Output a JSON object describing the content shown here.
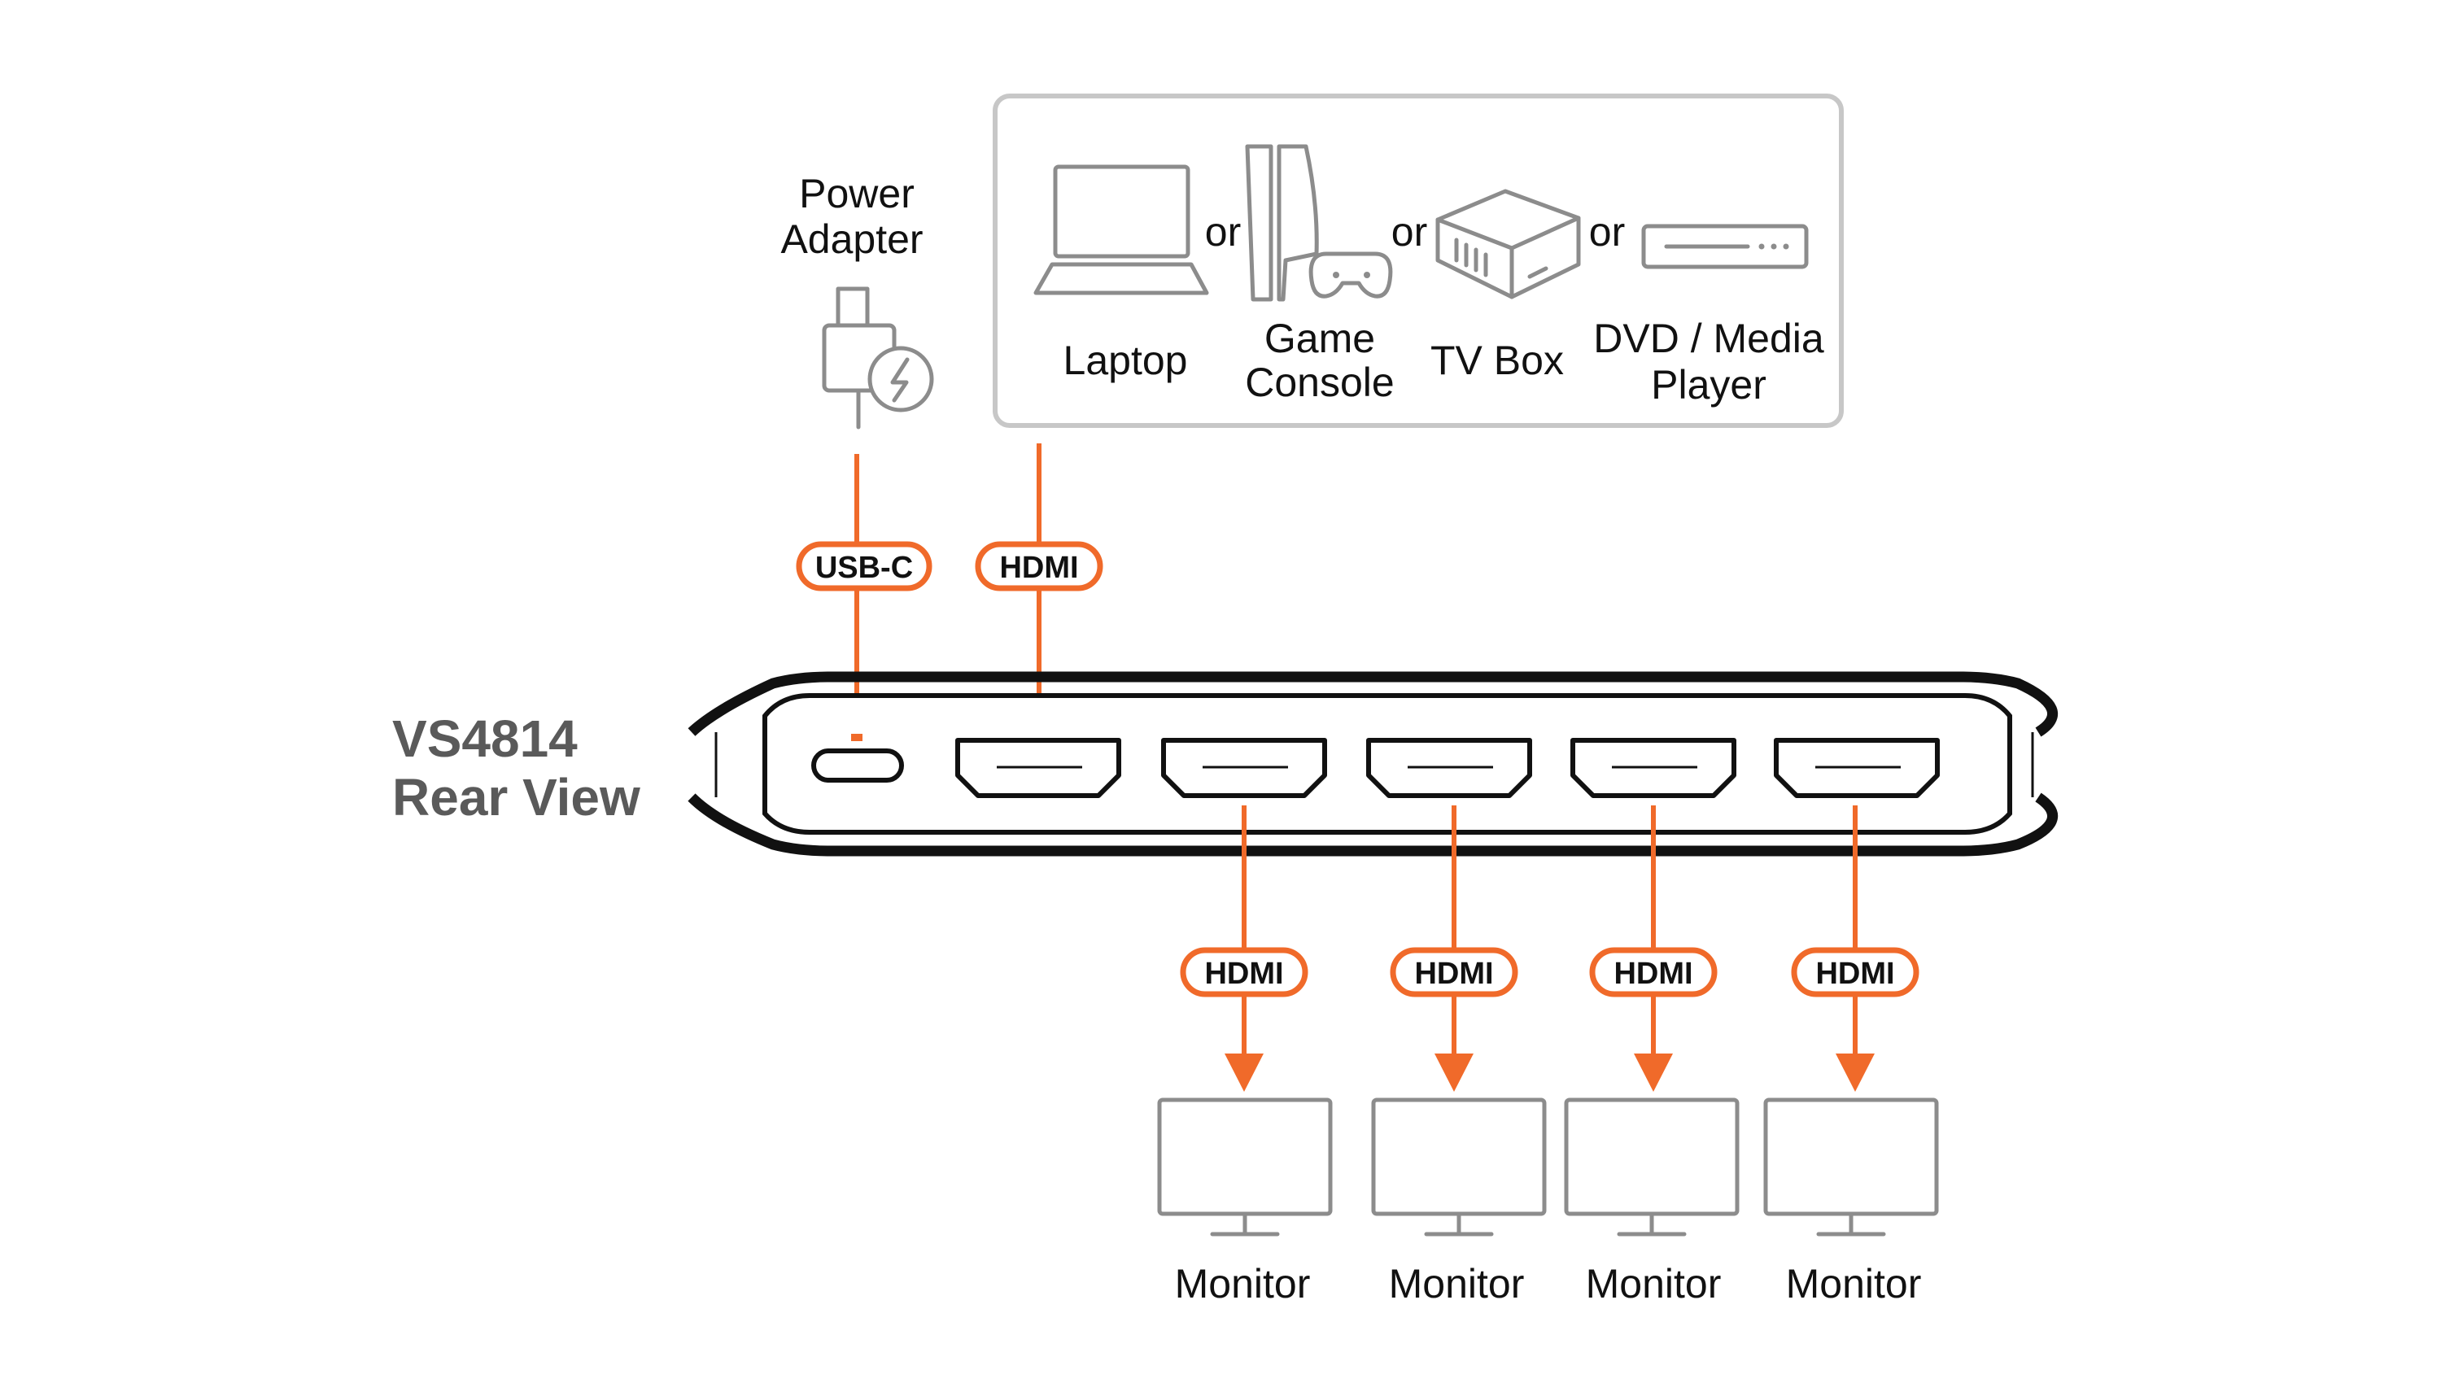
{
  "title": {
    "line1": "VS4814",
    "line2": "Rear View"
  },
  "power": {
    "label_line1": "Power",
    "label_line2": "Adapter",
    "connector_label": "USB-C",
    "icon": "power-adapter-plug-icon"
  },
  "sources": {
    "connector_label": "HDMI",
    "separator": "or",
    "devices": [
      {
        "line1": "Laptop",
        "line2": "",
        "icon": "laptop-icon"
      },
      {
        "line1": "Game",
        "line2": "Console",
        "icon": "game-console-icon"
      },
      {
        "line1": "TV Box",
        "line2": "",
        "icon": "tv-box-icon"
      },
      {
        "line1": "DVD / Media",
        "line2": "Player",
        "icon": "dvd-player-icon"
      }
    ]
  },
  "outputs": [
    {
      "connector_label": "HDMI",
      "device": "Monitor",
      "icon": "monitor-icon"
    },
    {
      "connector_label": "HDMI",
      "device": "Monitor",
      "icon": "monitor-icon"
    },
    {
      "connector_label": "HDMI",
      "device": "Monitor",
      "icon": "monitor-icon"
    },
    {
      "connector_label": "HDMI",
      "device": "Monitor",
      "icon": "monitor-icon"
    }
  ],
  "colors": {
    "connection": "#f06a2a",
    "device_outline": "#8c8c8c",
    "title": "#5a5a5a"
  }
}
